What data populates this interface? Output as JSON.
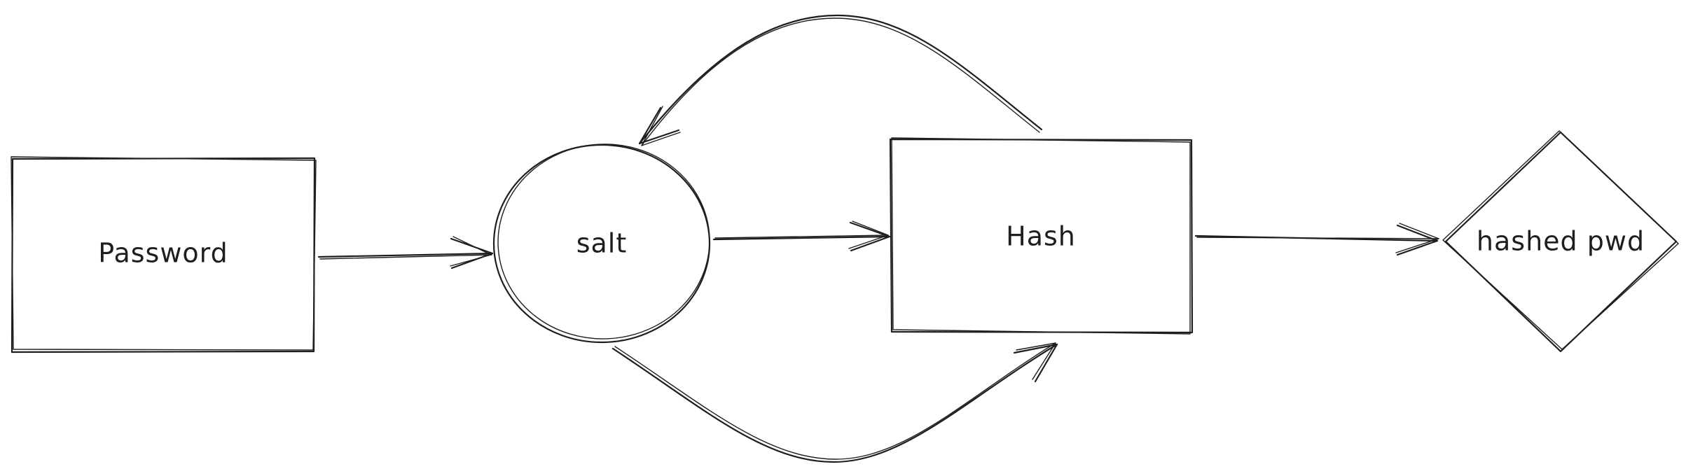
{
  "diagram": {
    "nodes": {
      "password": {
        "label": "Password",
        "shape": "rectangle"
      },
      "salt": {
        "label": "salt",
        "shape": "circle"
      },
      "hash": {
        "label": "Hash",
        "shape": "rectangle"
      },
      "hashed_pwd": {
        "label": "hashed pwd",
        "shape": "diamond"
      }
    },
    "edges": [
      {
        "from": "password",
        "to": "salt"
      },
      {
        "from": "salt",
        "to": "hash"
      },
      {
        "from": "salt",
        "to": "hash",
        "style": "curved-below"
      },
      {
        "from": "hash",
        "to": "salt",
        "style": "curved-above"
      },
      {
        "from": "hash",
        "to": "hashed_pwd"
      }
    ],
    "colors": {
      "stroke": "#1e1e1e",
      "background": "#ffffff"
    }
  }
}
